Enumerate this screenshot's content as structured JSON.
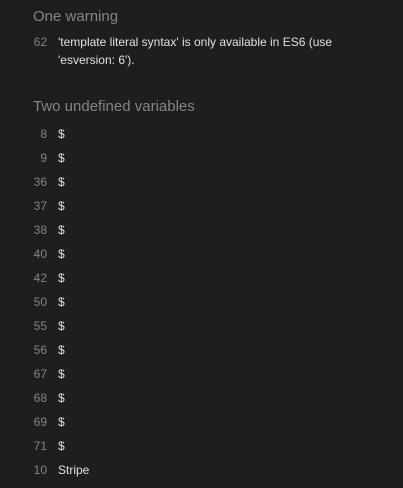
{
  "warnings": {
    "title": "One warning",
    "items": [
      {
        "line": "62",
        "message": "'template literal syntax' is only available in ES6 (use 'esversion: 6')."
      }
    ]
  },
  "undefined_vars": {
    "title": "Two undefined variables",
    "items": [
      {
        "line": "8",
        "name": "$"
      },
      {
        "line": "9",
        "name": "$"
      },
      {
        "line": "36",
        "name": "$"
      },
      {
        "line": "37",
        "name": "$"
      },
      {
        "line": "38",
        "name": "$"
      },
      {
        "line": "40",
        "name": "$"
      },
      {
        "line": "42",
        "name": "$"
      },
      {
        "line": "50",
        "name": "$"
      },
      {
        "line": "55",
        "name": "$"
      },
      {
        "line": "56",
        "name": "$"
      },
      {
        "line": "67",
        "name": "$"
      },
      {
        "line": "68",
        "name": "$"
      },
      {
        "line": "69",
        "name": "$"
      },
      {
        "line": "71",
        "name": "$"
      },
      {
        "line": "10",
        "name": "Stripe"
      }
    ]
  }
}
